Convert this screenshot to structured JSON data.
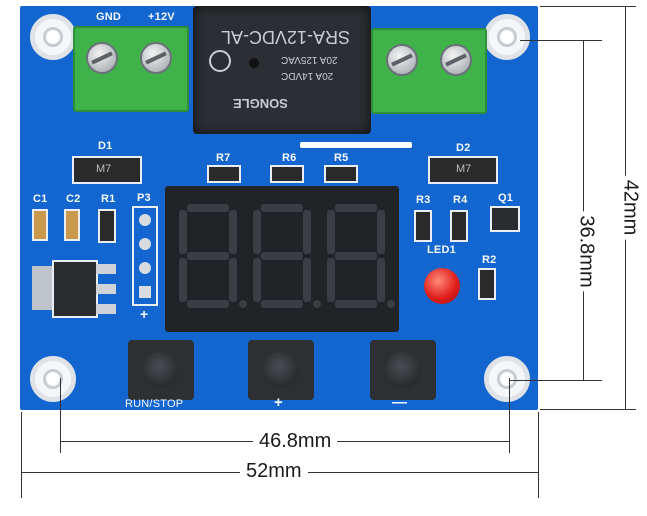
{
  "board": {
    "silkscreen": {
      "gnd": "GND",
      "v12": "+12V",
      "d1": "D1",
      "d2": "D2",
      "c1": "C1",
      "c2": "C2",
      "r1": "R1",
      "p3": "P3",
      "r7": "R7",
      "r6": "R6",
      "r5": "R5",
      "r3": "R3",
      "r4": "R4",
      "q1": "Q1",
      "led1": "LED1",
      "r2": "R2",
      "run_stop": "RUN/STOP",
      "plus": "+",
      "minus": "—",
      "p3_plus": "+",
      "diode_mark": "M7"
    },
    "relay": {
      "model": "SRA-12VDC-AL",
      "rating1": "20A 125VAC",
      "rating2": "20A 14VDC",
      "brand": "SONGLE"
    }
  },
  "dimensions": {
    "width_outer": "52mm",
    "width_holes": "46.8mm",
    "height_outer": "42mm",
    "height_holes": "36.8mm"
  },
  "colors": {
    "pcb_blue": "#1366cf",
    "terminal_green": "#3fb24a",
    "led_red": "#e0201c"
  }
}
